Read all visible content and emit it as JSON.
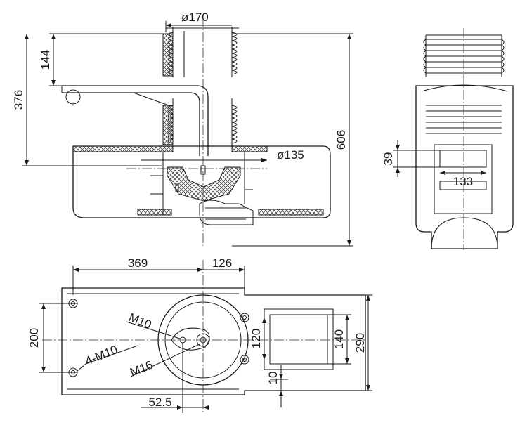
{
  "drawing": {
    "dimensions": {
      "d_top_bushing": "ø170",
      "h_upper": "144",
      "h_mid": "376",
      "h_total": "606",
      "d_inner": "ø135",
      "h_window": "39",
      "w_window": "133",
      "w_base_left": "369",
      "w_base_right": "126",
      "h_holes_left": "200",
      "h_window_plan": "120",
      "h_opening_plan": "140",
      "h_base_total": "290",
      "gap_small": "10",
      "offset_bolt": "52.5"
    },
    "callouts": {
      "bolt_m10": "M10",
      "holes_4_m10": "4-M10",
      "stud_m16": "M16"
    }
  }
}
